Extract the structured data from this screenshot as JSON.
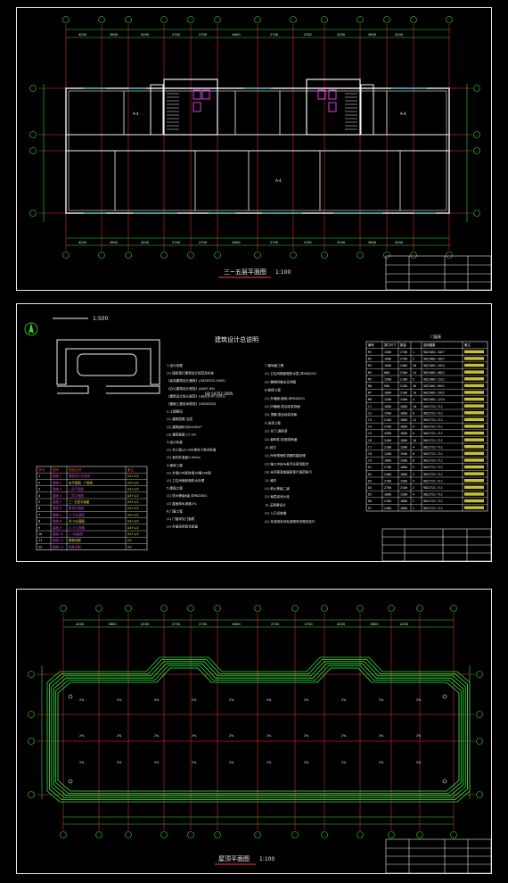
{
  "sheet1": {
    "title": "三~五层平面图",
    "scale": "1:100",
    "top_dims": [
      "4200",
      "3600",
      "4200",
      "2700",
      "2700",
      "6000",
      "2700",
      "2700",
      "4200",
      "3600",
      "4200"
    ],
    "bottom_dims": [
      "4200",
      "3600",
      "4200",
      "2700",
      "2700",
      "6000",
      "2700",
      "2700",
      "4200",
      "3600",
      "4200"
    ],
    "room_tag": "A-4"
  },
  "sheet2": {
    "site_title": "总平面",
    "site_scale": "1:500",
    "notes_title": "建筑设计总说明",
    "notes_scale_line": "GB 50352-2005",
    "notes_lines": [
      "1.设计依据",
      "(1) 国家现行建筑设计规范及标准",
      "《民用建筑设计通则》(GB50352-2005)",
      "《办公建筑设计规范》(JGJ67-89)",
      "《建筑设计防火规范》(GBJ16-87-2001)",
      "《屋面工程技术规范》(GB50345)",
      "2.工程概况",
      "(1) 建筑层数:五层",
      "(2) 建筑面积:约4416m²",
      "(3) 建筑高度:17.5m",
      "3.设计标高",
      "(1) 本工程±0.000相当于绝对标高",
      "(2) 室内外高差0.450m",
      "4.墙体工程",
      "(1) 外墙240厚砖墙,内墙200厚",
      "(2) 卫生间墙体做防水处理",
      "5.屋面工程",
      "(1) 防水等级Ⅱ级,详98ZJ001",
      "(2) 屋面排水坡度2%",
      "6.门窗工程",
      "(1) 门窗详见门窗表",
      "(2) 外窗采用铝合金窗"
    ],
    "notes_lines_right": [
      "7.楼地面工程",
      "(1) 卫生间楼面做防水层,详98ZJ001",
      "(2) 楼梯间做法见详图",
      "8.装修工程",
      "(1) 外墙面:面砖,详98ZJ001",
      "(2) 内墙面:混合砂浆抹面",
      "(3) 顶棚:混合砂浆抹面",
      "9.油漆工程",
      "(1) 木门:调和漆",
      "(2) 钢构件:防锈漆两道",
      "10.其它",
      "(1) 所有预埋件须做防腐处理",
      "(2) 施工中应与各专业密切配合",
      "(3) 未尽事宜按国家现行规范执行",
      "11.消防",
      "(1) 耐火等级二级",
      "(2) 每层设消火栓",
      "12.无障碍设计",
      "(1) 入口设坡道",
      "(2) 本说明未尽处参照有关规范执行"
    ],
    "drawing_list_headers": [
      "序号",
      "图号",
      "图纸名称",
      "备注"
    ],
    "drawing_list": [
      [
        "1",
        "建施-1",
        "建筑设计总说明",
        "A3+1/2"
      ],
      [
        "2",
        "建施-2",
        "总平面图、门窗表",
        "A3+1/2"
      ],
      [
        "3",
        "建施-3",
        "一层平面图",
        "A3+1/2"
      ],
      [
        "4",
        "建施-4",
        "二层平面图",
        "A3+1/2"
      ],
      [
        "5",
        "建施-5",
        "三~五层平面图",
        "A3+1/2"
      ],
      [
        "6",
        "建施-6",
        "屋顶平面图",
        "A3+1/2"
      ],
      [
        "7",
        "建施-7",
        "①-⑭立面图",
        "A3+1/2"
      ],
      [
        "8",
        "建施-8",
        "⑭-①立面图",
        "A3+1/2"
      ],
      [
        "9",
        "建施-9",
        "Ⓐ-Ⓓ立面图",
        "A3+1/2"
      ],
      [
        "10",
        "建施-10",
        "1-1剖面图",
        "A3+1/2"
      ],
      [
        "11",
        "建施-11",
        "楼梯详图",
        "A3"
      ],
      [
        "12",
        "建施-12",
        "墙身详图",
        "A3"
      ]
    ],
    "door_table_title": "门窗表",
    "door_table_headers": [
      "编号",
      "洞口尺寸",
      "数量",
      "选用图集",
      "备注"
    ],
    "door_table": [
      [
        "M1",
        "1500",
        "2700",
        "1",
        "98ZJ601-1827"
      ],
      [
        "M2",
        "1800",
        "2700",
        "2",
        "98ZJ601-1827"
      ],
      [
        "M3",
        "1000",
        "2400",
        "26",
        "98ZJ601-1024"
      ],
      [
        "M4",
        "800",
        "2100",
        "14",
        "98ZJ601-0821"
      ],
      [
        "M5",
        "1500",
        "2100",
        "5",
        "98ZJ601-1521"
      ],
      [
        "M6",
        "900",
        "2100",
        "30",
        "98ZJ601-0921"
      ],
      [
        "M7",
        "1000",
        "2100",
        "10",
        "98ZJ601-1021"
      ],
      [
        "M8",
        "1200",
        "2400",
        "4",
        "98ZJ601-1224"
      ],
      [
        "C1",
        "1800",
        "1800",
        "10",
        "98ZJ721-TLC"
      ],
      [
        "C2",
        "1500",
        "1800",
        "8",
        "98ZJ721-TLC"
      ],
      [
        "C3",
        "2100",
        "1800",
        "12",
        "98ZJ721-TLC"
      ],
      [
        "C4",
        "2700",
        "1800",
        "9",
        "98ZJ721-TLC"
      ],
      [
        "C5",
        "4500",
        "1800",
        "6",
        "98ZJ721-TLC"
      ],
      [
        "C6",
        "2400",
        "1800",
        "16",
        "98ZJ721-TLC"
      ],
      [
        "C7",
        "2100",
        "1500",
        "4",
        "98ZJ721-TLC"
      ],
      [
        "C8",
        "1200",
        "1500",
        "8",
        "98ZJ721-TLC"
      ],
      [
        "C9",
        "1800",
        "1500",
        "6",
        "98ZJ721-TLC"
      ],
      [
        "D1",
        "2700",
        "1800",
        "5",
        "98ZJ721-TLC"
      ],
      [
        "D2",
        "2400",
        "1800",
        "3",
        "98ZJ721-TLC"
      ],
      [
        "D3",
        "2700",
        "1500",
        "4",
        "98ZJ721-TLC"
      ],
      [
        "D4",
        "2700",
        "2100",
        "2",
        "98ZJ721-TLC"
      ],
      [
        "D5",
        "1800",
        "1500",
        "4",
        "98ZJ721-TLC"
      ],
      [
        "D6",
        "2100",
        "1800",
        "2",
        "98ZJ721-TLC"
      ],
      [
        "D7",
        "2400",
        "1800",
        "2",
        "98ZJ721-TLC"
      ]
    ]
  },
  "sheet3": {
    "title": "屋顶平面图",
    "scale": "1:100",
    "top_dims": [
      "4200",
      "3600",
      "4200",
      "2700",
      "2700",
      "6000",
      "2700",
      "2700",
      "4200",
      "3600",
      "4200"
    ]
  },
  "colors": {
    "background": "#000000",
    "frame": "#e8e8e8",
    "axis_red": "#ff3030",
    "wall_white": "#f2f2f2",
    "dim_green": "#33dd33",
    "cyan": "#22d0d0",
    "magenta": "#e040e0",
    "yellow": "#e8e040",
    "title_underline": "#ff4040"
  }
}
